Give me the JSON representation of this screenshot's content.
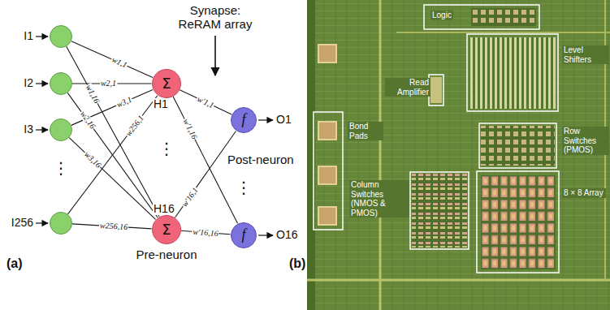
{
  "diagram": {
    "nodes": [
      {
        "text": [
          "I1"
        ]
      },
      {
        "text": [
          "I2"
        ]
      },
      {
        "text": [
          "I3"
        ]
      },
      {
        "text": [
          "I256"
        ]
      },
      {
        "text": [
          "Σ",
          "H1"
        ]
      },
      {
        "text": [
          "Σ",
          "H16"
        ]
      },
      {
        "text": [
          "f",
          "O1"
        ]
      },
      {
        "text": [
          "f",
          "O16"
        ]
      }
    ],
    "edges": [
      {
        "from": 0,
        "to": 4,
        "arrow": "none",
        "label": "w1,1"
      },
      {
        "from": 0,
        "to": 5,
        "arrow": "none",
        "label": "w1,16"
      },
      {
        "from": 1,
        "to": 4,
        "arrow": "none",
        "label": "w2,1"
      },
      {
        "from": 1,
        "to": 5,
        "arrow": "none",
        "label": "w2,16"
      },
      {
        "from": 2,
        "to": 4,
        "arrow": "none",
        "label": "w3,1"
      },
      {
        "from": 2,
        "to": 5,
        "arrow": "none",
        "label": "w3,16"
      },
      {
        "from": 3,
        "to": 4,
        "arrow": "none",
        "label": "w256,1"
      },
      {
        "from": 3,
        "to": 5,
        "arrow": "none",
        "label": "w256,16"
      },
      {
        "from": 4,
        "to": 6,
        "arrow": "none",
        "label": "w′1,1"
      },
      {
        "from": 4,
        "to": 7,
        "arrow": "none",
        "label": "w′1,16"
      },
      {
        "from": 5,
        "to": 6,
        "arrow": "none",
        "label": "w′16,1"
      },
      {
        "from": 5,
        "to": 7,
        "arrow": "none",
        "label": "w′16,16"
      }
    ],
    "labels": [
      "Synapse: ReRAM array",
      "⋮",
      "⋮",
      "⋮",
      "Pre-neuron",
      "Post-neuron",
      "(a)",
      "(b)",
      "Logic",
      "Read Amplifier",
      "Level Shifters",
      "Bond Pads",
      "Row Switches (PMOS)",
      "Column Switches (NMOS & PMOS)",
      "8 × 8 Array"
    ]
  }
}
